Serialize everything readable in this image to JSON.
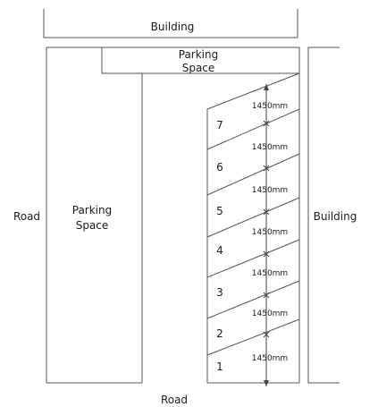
{
  "labels": {
    "building_top": "Building",
    "parking_top_line1": "Parking",
    "parking_top_line2": "Space",
    "road_left": "Road",
    "parking_left_line1": "Parking",
    "parking_left_line2": "Space",
    "building_right": "Building",
    "road_bottom": "Road"
  },
  "stalls": [
    {
      "number": "1",
      "dimension": "1450mm"
    },
    {
      "number": "2",
      "dimension": "1450mm"
    },
    {
      "number": "3",
      "dimension": "1450mm"
    },
    {
      "number": "4",
      "dimension": "1450mm"
    },
    {
      "number": "5",
      "dimension": "1450mm"
    },
    {
      "number": "6",
      "dimension": "1450mm"
    },
    {
      "number": "7",
      "dimension": "1450mm"
    }
  ]
}
